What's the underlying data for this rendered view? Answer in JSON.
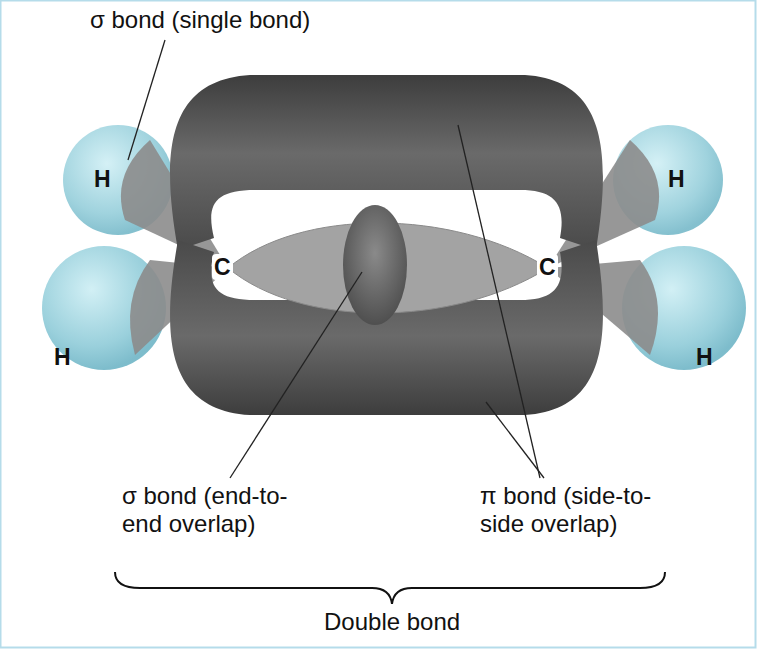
{
  "diagram": {
    "labels": [
      "σ bond (single bond)",
      "H",
      "H",
      "H",
      "H",
      "C",
      "C",
      "σ bond (end-to-end overlap)",
      "π bond (side-to-side overlap)",
      "Double bond"
    ]
  }
}
